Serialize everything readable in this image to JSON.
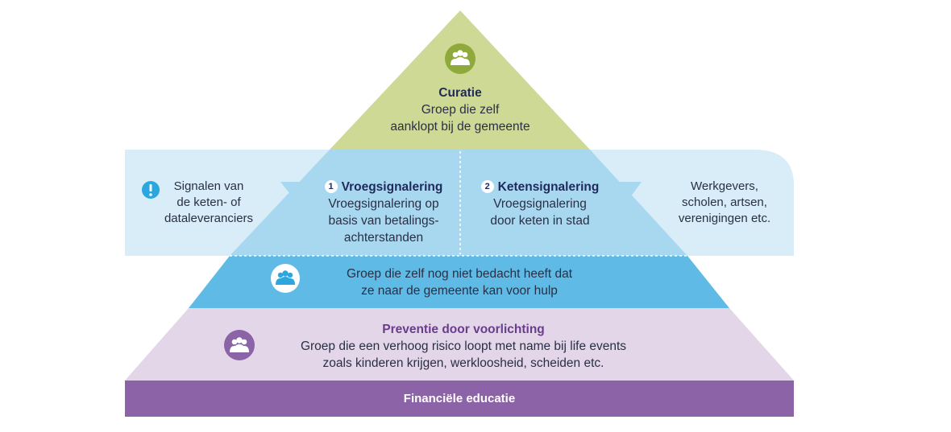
{
  "colors": {
    "green": "#cfd996",
    "band_light": "#d8edf7",
    "mid_blue": "#a8d8f0",
    "low_blue": "#5fbbe5",
    "lavender": "#e2d6e8",
    "purple": "#8b63a6",
    "navy": "#1f2a5a"
  },
  "curatie": {
    "icon": "people-icon",
    "title": "Curatie",
    "line1": "Groep die zelf",
    "line2": "aanklopt bij de gemeente"
  },
  "left_side": {
    "icon": "info-icon",
    "line1": "Signalen van",
    "line2": "de keten- of",
    "line3": "dataleveranciers"
  },
  "right_side": {
    "line1": "Werkgevers,",
    "line2": "scholen, artsen,",
    "line3": "verenigingen etc."
  },
  "vroeg": {
    "number": "1",
    "title": "Vroegsignalering",
    "line1": "Vroegsignalering op",
    "line2": "basis van betalings-",
    "line3": "achterstanden"
  },
  "keten": {
    "number": "2",
    "title": "Ketensignalering",
    "line1": "Vroegsignalering",
    "line2": "door keten in stad"
  },
  "middle": {
    "icon": "people-icon",
    "line1": "Groep die zelf nog niet bedacht heeft dat",
    "line2": "ze naar de gemeente kan voor hulp"
  },
  "preventie": {
    "icon": "people-icon",
    "title": "Preventie door voorlichting",
    "line1": "Groep die een verhoog risico loopt met name bij life events",
    "line2": "zoals kinderen krijgen, werkloosheid, scheiden etc."
  },
  "footer": {
    "label": "Financiële educatie"
  }
}
